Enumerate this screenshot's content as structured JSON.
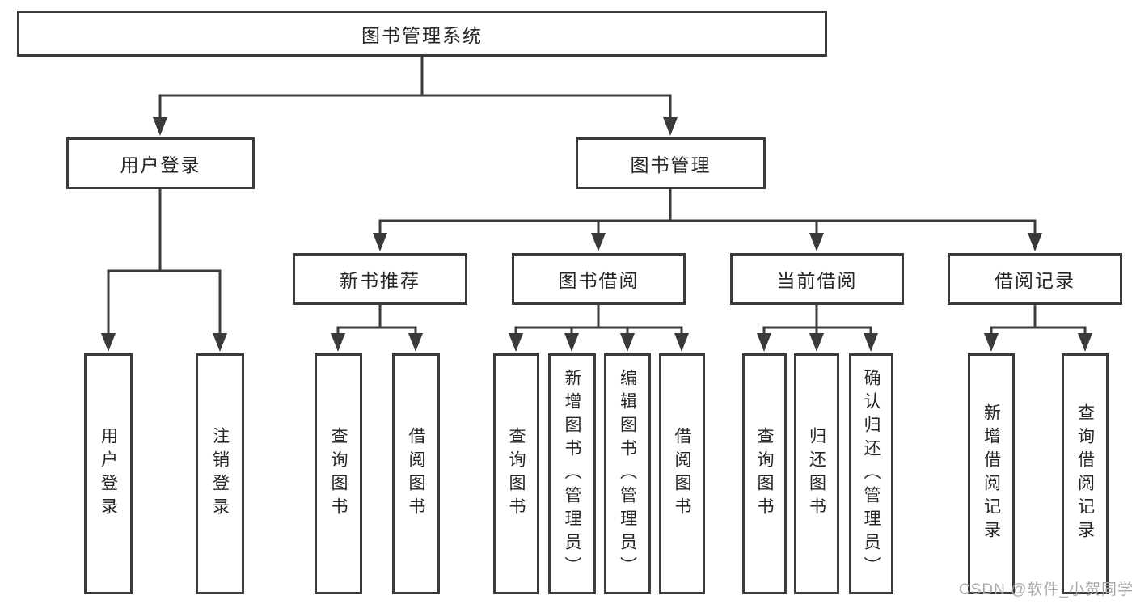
{
  "tree": {
    "root": {
      "label": "图书管理系统"
    },
    "branches": [
      {
        "label": "用户登录",
        "children": [
          {
            "label": "用户登录"
          },
          {
            "label": "注销登录"
          }
        ]
      },
      {
        "label": "图书管理",
        "children": [
          {
            "label": "新书推荐",
            "children": [
              {
                "label": "查询图书"
              },
              {
                "label": "借阅图书"
              }
            ]
          },
          {
            "label": "图书借阅",
            "children": [
              {
                "label": "查询图书"
              },
              {
                "label": "新增图书（管理员）"
              },
              {
                "label": "编辑图书（管理员）"
              },
              {
                "label": "借阅图书"
              }
            ]
          },
          {
            "label": "当前借阅",
            "children": [
              {
                "label": "查询图书"
              },
              {
                "label": "归还图书"
              },
              {
                "label": "确认归还（管理员）"
              }
            ]
          },
          {
            "label": "借阅记录",
            "children": [
              {
                "label": "新增借阅记录"
              },
              {
                "label": "查询借阅记录"
              }
            ]
          }
        ]
      }
    ]
  },
  "watermark": {
    "text": "CSDN @软件_小贺同学"
  },
  "colors": {
    "line": "#3a3a3a",
    "box_border": "#3a3a3a",
    "text": "#262626",
    "watermark": "#ababab",
    "background": "#ffffff"
  }
}
